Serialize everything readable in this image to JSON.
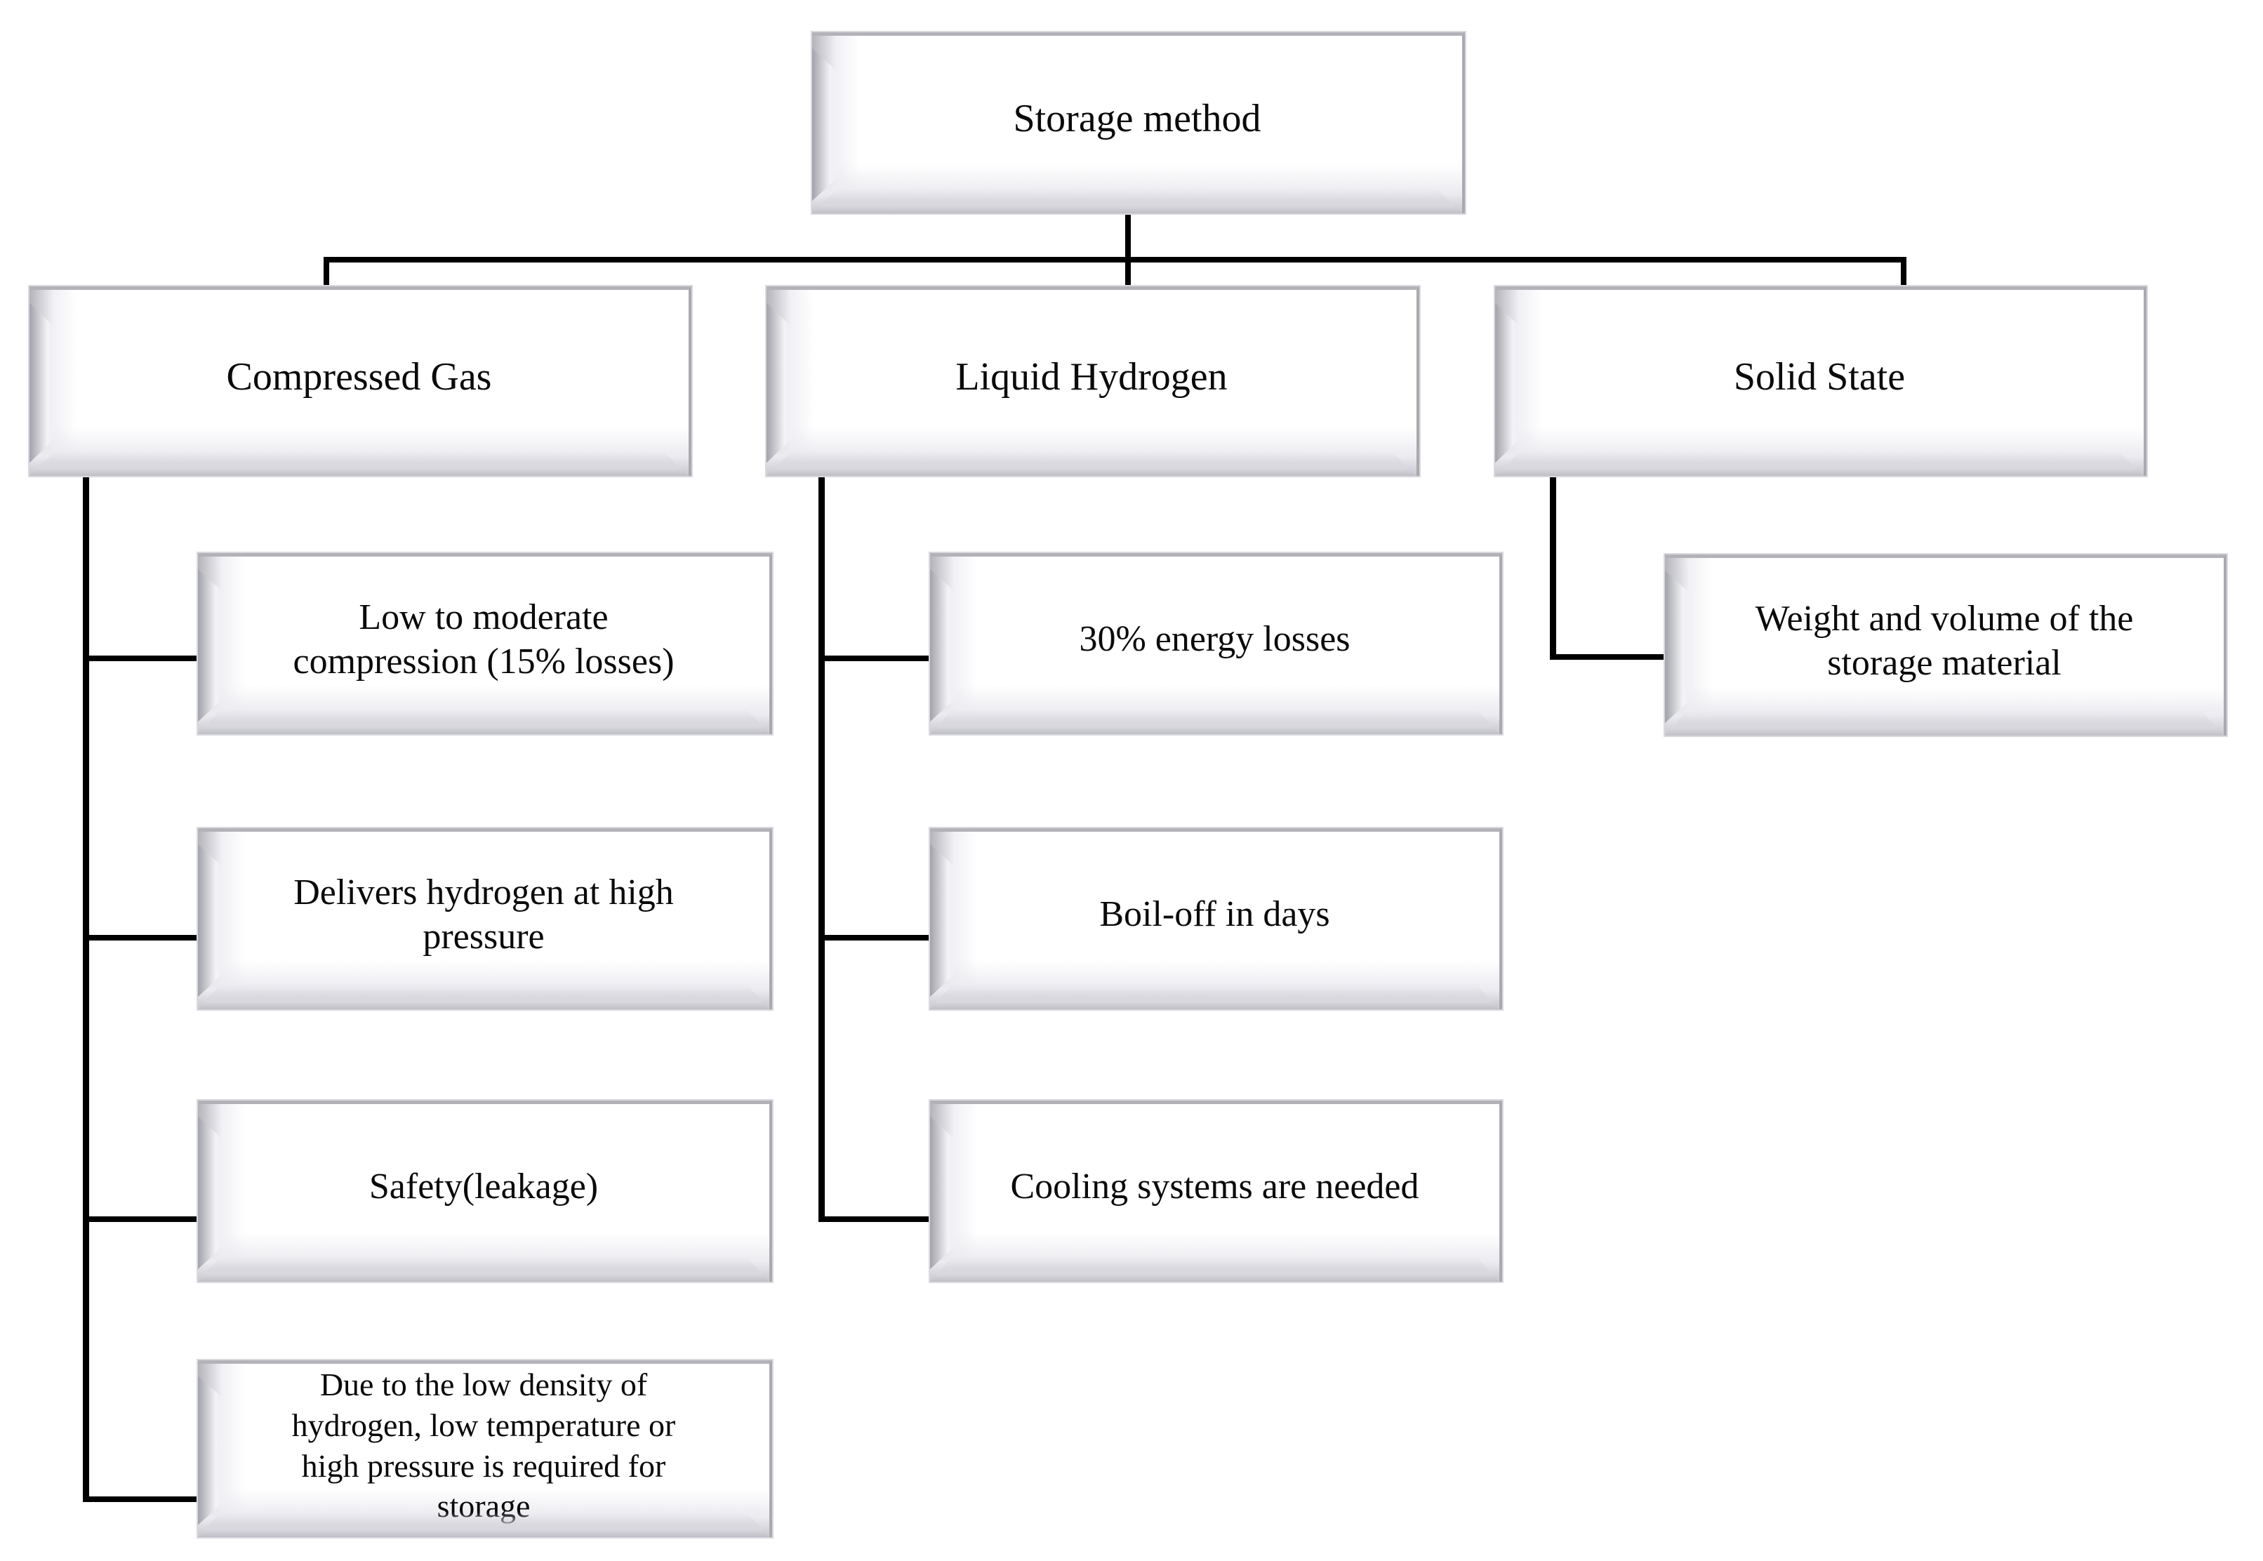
{
  "diagram": {
    "type": "tree-flowchart",
    "topic": "Hydrogen storage methods"
  },
  "colors": {
    "background": "#ffffff",
    "box_face": "#ffffff",
    "box_bevel_dark": "#a9a9b0",
    "box_bevel_light": "#f1f1f5",
    "connector": "#000000",
    "text": "#0a0a0a"
  },
  "nodes": {
    "root": {
      "label": "Storage method"
    },
    "branches": [
      {
        "id": "compressed-gas",
        "label": "Compressed Gas",
        "children": [
          "Low to moderate\ncompression (15% losses)",
          "Delivers hydrogen at high\npressure",
          "Safety(leakage)",
          "Due to the low density of\nhydrogen, low temperature or\nhigh pressure is required for\nstorage"
        ]
      },
      {
        "id": "liquid-hydrogen",
        "label": "Liquid Hydrogen",
        "children": [
          "30% energy losses",
          "Boil-off in days",
          "Cooling systems are needed"
        ]
      },
      {
        "id": "solid-state",
        "label": "Solid State",
        "children": [
          "Weight and volume of the\nstorage material"
        ]
      }
    ]
  }
}
